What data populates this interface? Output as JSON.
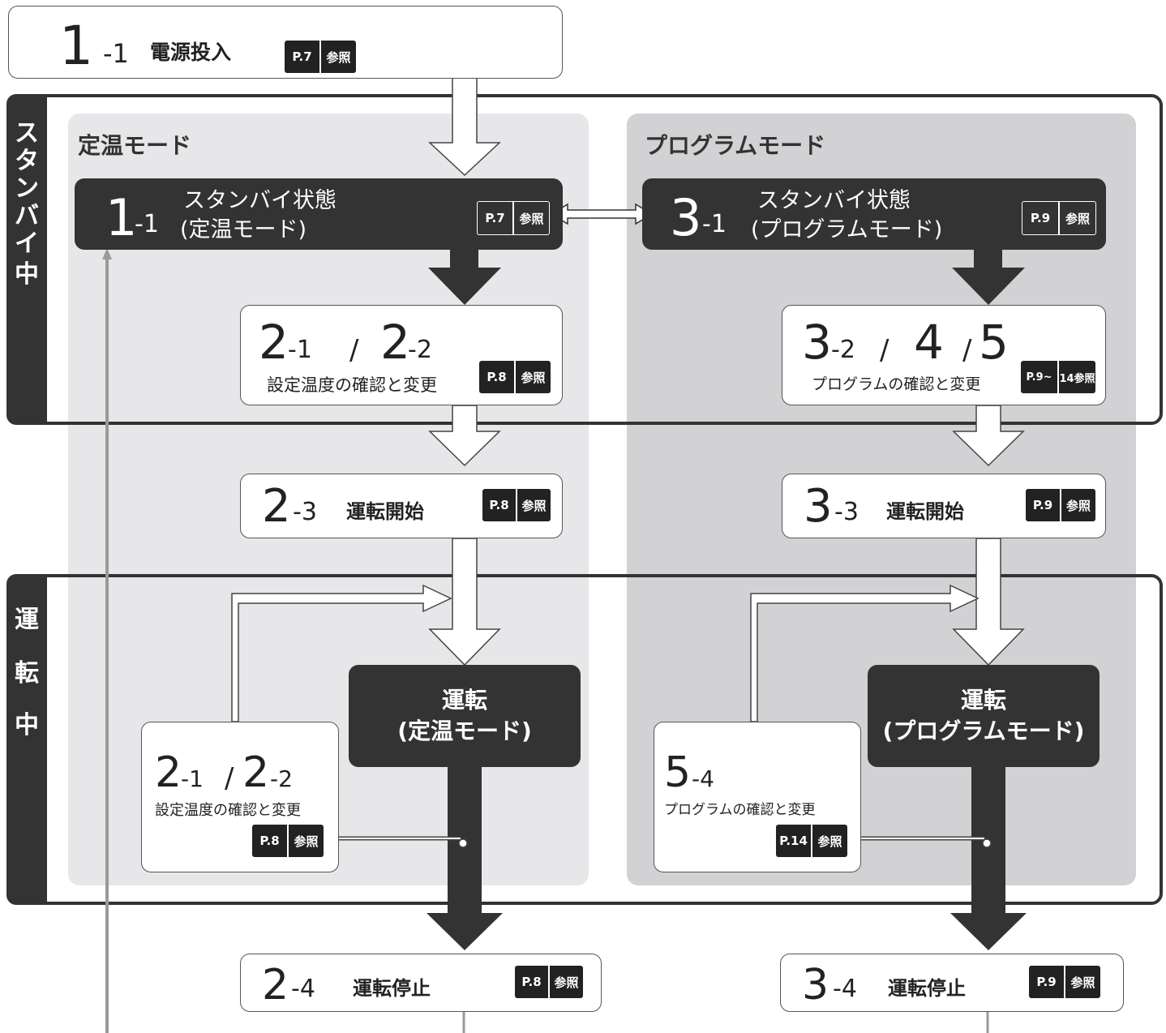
{
  "power_on": {
    "num": "1",
    "sub": "-1",
    "label": "電源投入",
    "ref_page": "P.7",
    "ref_word": "参照"
  },
  "sidebar": {
    "standby": [
      "ス",
      "タ",
      "ン",
      "バ",
      "イ",
      "中"
    ],
    "running": [
      "運",
      "転",
      "中"
    ]
  },
  "panels": {
    "left_title": "定温モード",
    "right_title": "プログラムモード"
  },
  "constant": {
    "standby": {
      "num": "1",
      "sub": "-1",
      "line1": "スタンバイ状態",
      "line2": "(定温モード)",
      "ref_page": "P.7",
      "ref_word": "参照"
    },
    "setting": {
      "num_a": "2",
      "sub_a": "-1",
      "slash": "/",
      "num_b": "2",
      "sub_b": "-2",
      "desc": "設定温度の確認と変更",
      "ref_page": "P.8",
      "ref_word": "参照"
    },
    "start": {
      "num": "2",
      "sub": "-3",
      "label": "運転開始",
      "ref_page": "P.8",
      "ref_word": "参照"
    },
    "run": {
      "line1": "運転",
      "line2": "(定温モード)"
    },
    "change": {
      "num_a": "2",
      "sub_a": "-1",
      "slash": "/",
      "num_b": "2",
      "sub_b": "-2",
      "desc": "設定温度の確認と変更",
      "ref_page": "P.8",
      "ref_word": "参照"
    },
    "stop": {
      "num": "2",
      "sub": "-4",
      "label": "運転停止",
      "ref_page": "P.8",
      "ref_word": "参照"
    }
  },
  "program": {
    "standby": {
      "num": "3",
      "sub": "-1",
      "line1": "スタンバイ状態",
      "line2": "(プログラムモード)",
      "ref_page": "P.9",
      "ref_word": "参照"
    },
    "setting": {
      "num_a": "3",
      "sub_a": "-2",
      "slash1": "/",
      "num_b": "4",
      "slash2": "/",
      "num_c": "5",
      "desc": "プログラムの確認と変更",
      "ref_page": "P.9~",
      "ref_word": "14参照"
    },
    "start": {
      "num": "3",
      "sub": "-3",
      "label": "運転開始",
      "ref_page": "P.9",
      "ref_word": "参照"
    },
    "run": {
      "line1": "運転",
      "line2": "(プログラムモード)"
    },
    "change": {
      "num": "5",
      "sub": "-4",
      "desc": "プログラムの確認と変更",
      "ref_page": "P.14",
      "ref_word": "参照"
    },
    "stop": {
      "num": "3",
      "sub": "-4",
      "label": "運転停止",
      "ref_page": "P.9",
      "ref_word": "参照"
    }
  },
  "colors": {
    "dark": "#333333",
    "panel_left": "#e7e7e9",
    "panel_right": "#d2d2d4",
    "return_line": "#999999"
  }
}
